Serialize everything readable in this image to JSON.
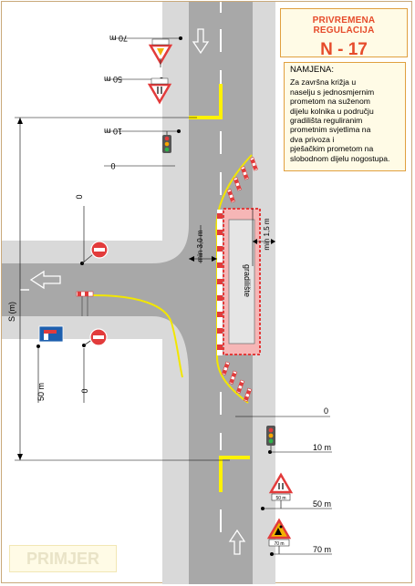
{
  "header": {
    "title": "PRIVREMENA REGULACIJA",
    "code": "N - 17"
  },
  "purpose": {
    "heading": "NAMJENA:",
    "lines": [
      "Za završna križja u",
      "naselju s jednosmjernim",
      "prometom na suženom",
      "dijelu kolnika u području",
      "gradilišta reguliranim",
      "prometnim svjetlima  na",
      "dva privoza i",
      "pješačkim prometom na",
      "slobodnom dijelu nogostupa."
    ]
  },
  "watermark": "PRIMJER",
  "labels": {
    "top_70": "70 m",
    "top_50": "50 m",
    "top_10": "10 m",
    "zero_top": "0",
    "zero_side_upper": "0",
    "zero_side_lower": "0",
    "side_50": "50 m",
    "s_length": "S (m)",
    "min_3": "min 3,0 m",
    "min_15": "min 1,5 m",
    "worksite": "gradilište",
    "zero_right": "0",
    "bottom_10": "10 m",
    "bottom_50": "50 m",
    "bottom_70": "70 m",
    "sign_50_text": "50 m",
    "sign_70_text": "70 m"
  },
  "colors": {
    "road": "#a8a8a8",
    "sidewalk": "#d9d9d9",
    "marking_yellow": "#fff200",
    "curve_yellow": "#f2e600",
    "worksite_fill": "#f6b6b6",
    "worksite_border": "#e23b3b",
    "title_red": "#e64b2b",
    "box_fill": "#fffbe6",
    "box_border": "#e0a040",
    "sign_blue": "#1d5fae"
  },
  "icons": [
    "up-arrow-icon",
    "down-arrow-icon",
    "left-arrow-icon",
    "no-entry-sign-icon",
    "traffic-light-icon",
    "roadworks-warning-sign-icon",
    "narrowing-warning-sign-icon",
    "dead-end-sign-icon",
    "barrier-icon"
  ]
}
